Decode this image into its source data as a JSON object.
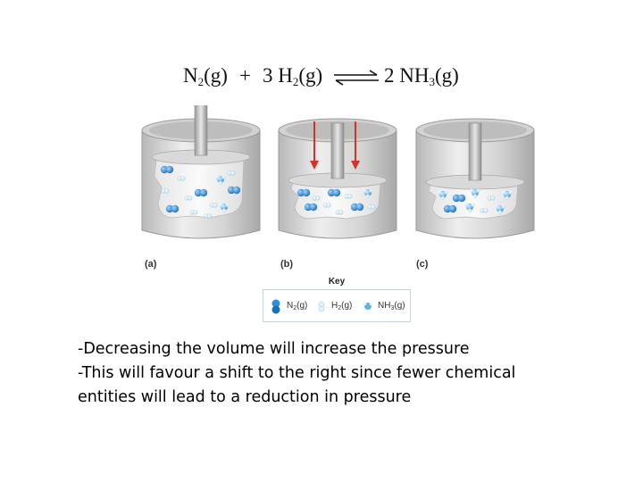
{
  "equation": {
    "reactant_1": "N",
    "reactant_1_sub": "2",
    "reactant_1_state": "(g)",
    "plus": "+",
    "reactant_2_coef": "3",
    "reactant_2": "H",
    "reactant_2_sub": "2",
    "reactant_2_state": "(g)",
    "product_coef": "2",
    "product": "NH",
    "product_sub": "3",
    "product_state": "(g)"
  },
  "cylinders": [
    {
      "label": "(a)"
    },
    {
      "label": "(b)"
    },
    {
      "label": "(c)"
    }
  ],
  "key": {
    "title": "Key",
    "items": [
      {
        "formula": "N",
        "sub": "2",
        "state": "(g)",
        "icon": "n2-molecule-icon"
      },
      {
        "formula": "H",
        "sub": "2",
        "state": "(g)",
        "icon": "h2-molecule-icon"
      },
      {
        "formula": "NH",
        "sub": "3",
        "state": "(g)",
        "icon": "nh3-molecule-icon"
      }
    ]
  },
  "caption": {
    "lines": [
      "-Decreasing the volume will increase the pressure",
      "-This will favour a shift to the right since fewer chemical",
      "entities will lead to a reduction in pressure"
    ]
  },
  "colors": {
    "arrow_red": "#d6322a",
    "n2_blue": "#2f8fd8",
    "h2_light": "#d8eef8",
    "nh3_blue": "#5bb3e6",
    "cylinder_grey": "#c8c8c8"
  }
}
